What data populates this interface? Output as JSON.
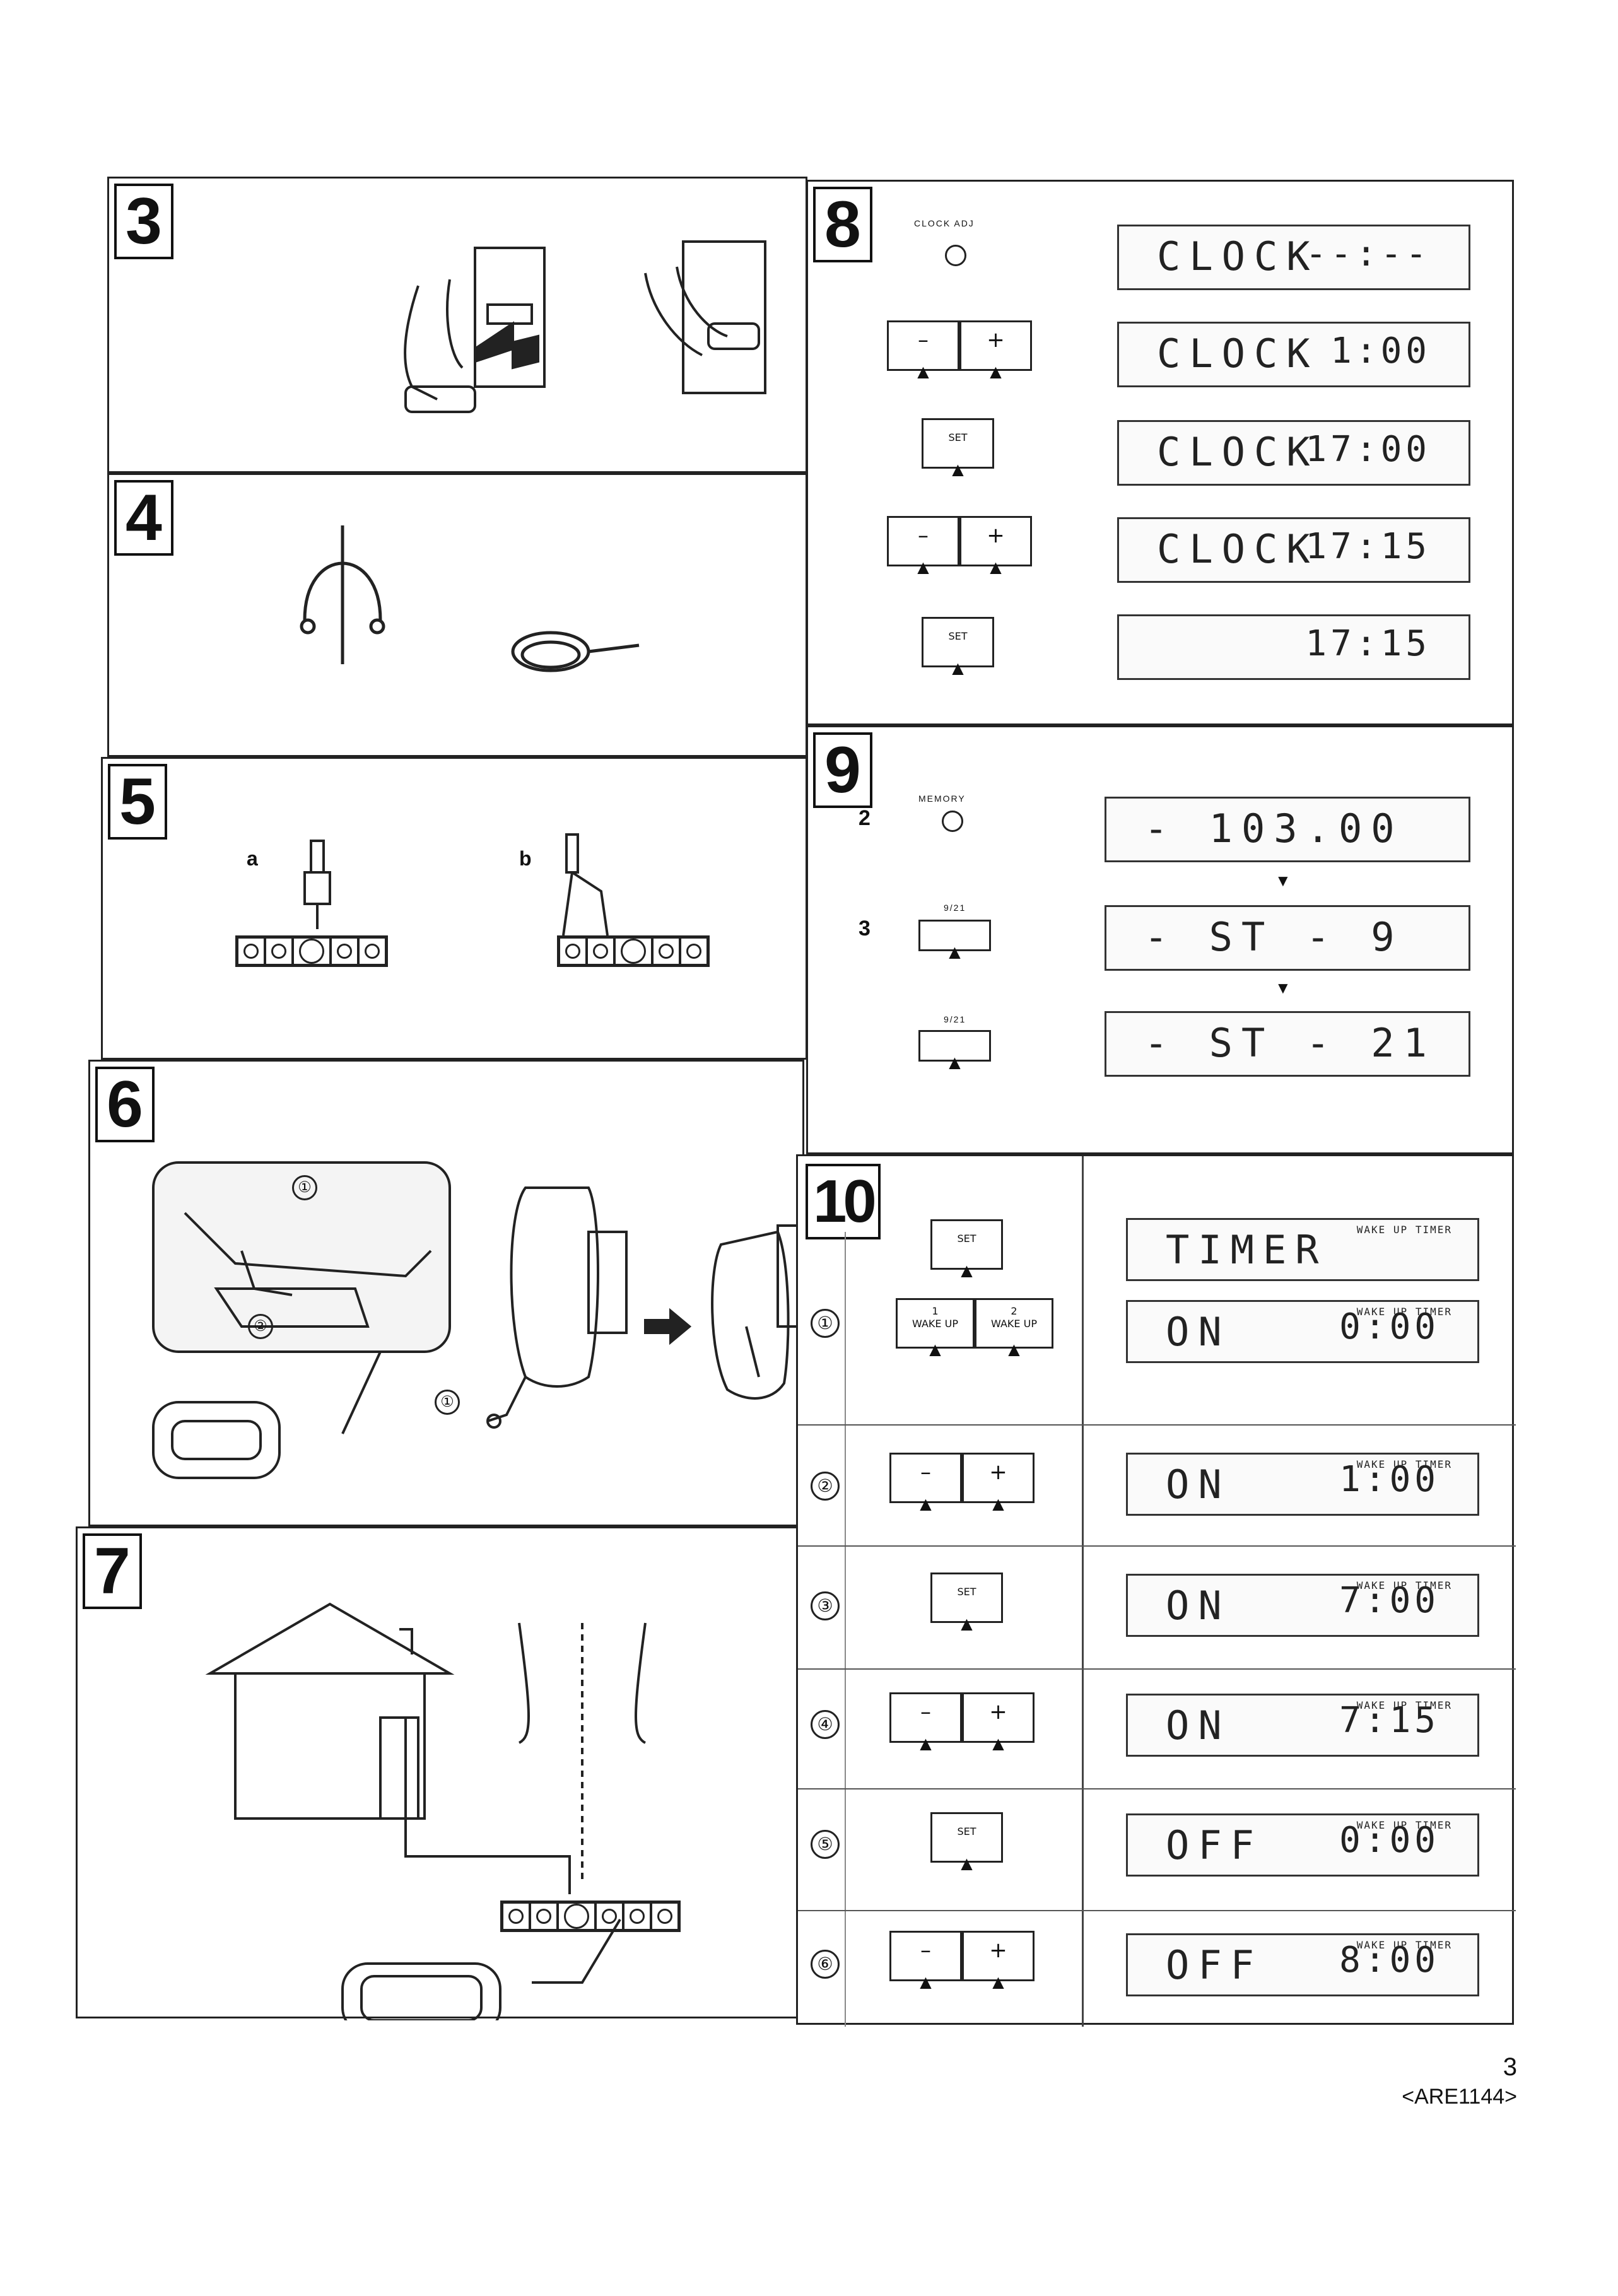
{
  "panels": {
    "p3": "3",
    "p4": "4",
    "p5": "5",
    "p6": "6",
    "p7": "7",
    "p8": "8",
    "p9": "9",
    "p10": "10"
  },
  "panel5": {
    "a": "a",
    "b": "b"
  },
  "panel6": {
    "c1": "①",
    "c2": "②",
    "c3": "①"
  },
  "panel8": {
    "clock_adj": "CLOCK ADJ",
    "minus": "–",
    "plus": "+",
    "set": "SET",
    "lcd1_text": "CLOCK",
    "lcd1_val": "--:--",
    "lcd2_text": "CLOCK",
    "lcd2_val": "1:00",
    "lcd3_text": "CLOCK",
    "lcd3_val": "17:00",
    "lcd4_text": "CLOCK",
    "lcd4_val": "17:15",
    "lcd5_val": "17:15"
  },
  "panel9": {
    "memory": "MEMORY",
    "step2": "2",
    "step3": "3",
    "btn921": "9/21",
    "lcd1": "- 103.00",
    "lcd2": "- ST - 9",
    "lcd3": "- ST - 21"
  },
  "panel10": {
    "set": "SET",
    "minus": "–",
    "plus": "+",
    "wake1_num": "1",
    "wake2_num": "2",
    "wake_up": "WAKE UP",
    "ind_wake": "WAKE UP",
    "ind_timer": "TIMER",
    "r1": "①",
    "r2": "②",
    "r3": "③",
    "r4": "④",
    "r5": "⑤",
    "r6": "⑥",
    "lcd_timer": "TIMER",
    "lcd_a_text": "ON",
    "lcd_a_val": "0:00",
    "lcd_b_text": "ON",
    "lcd_b_val": "1:00",
    "lcd_c_text": "ON",
    "lcd_c_val": "7:00",
    "lcd_d_text": "ON",
    "lcd_d_val": "7:15",
    "lcd_e_text": "OFF",
    "lcd_e_val": "0:00",
    "lcd_f_text": "OFF",
    "lcd_f_val": "8:00"
  },
  "footer": {
    "page": "3",
    "code": "<ARE1144>"
  }
}
